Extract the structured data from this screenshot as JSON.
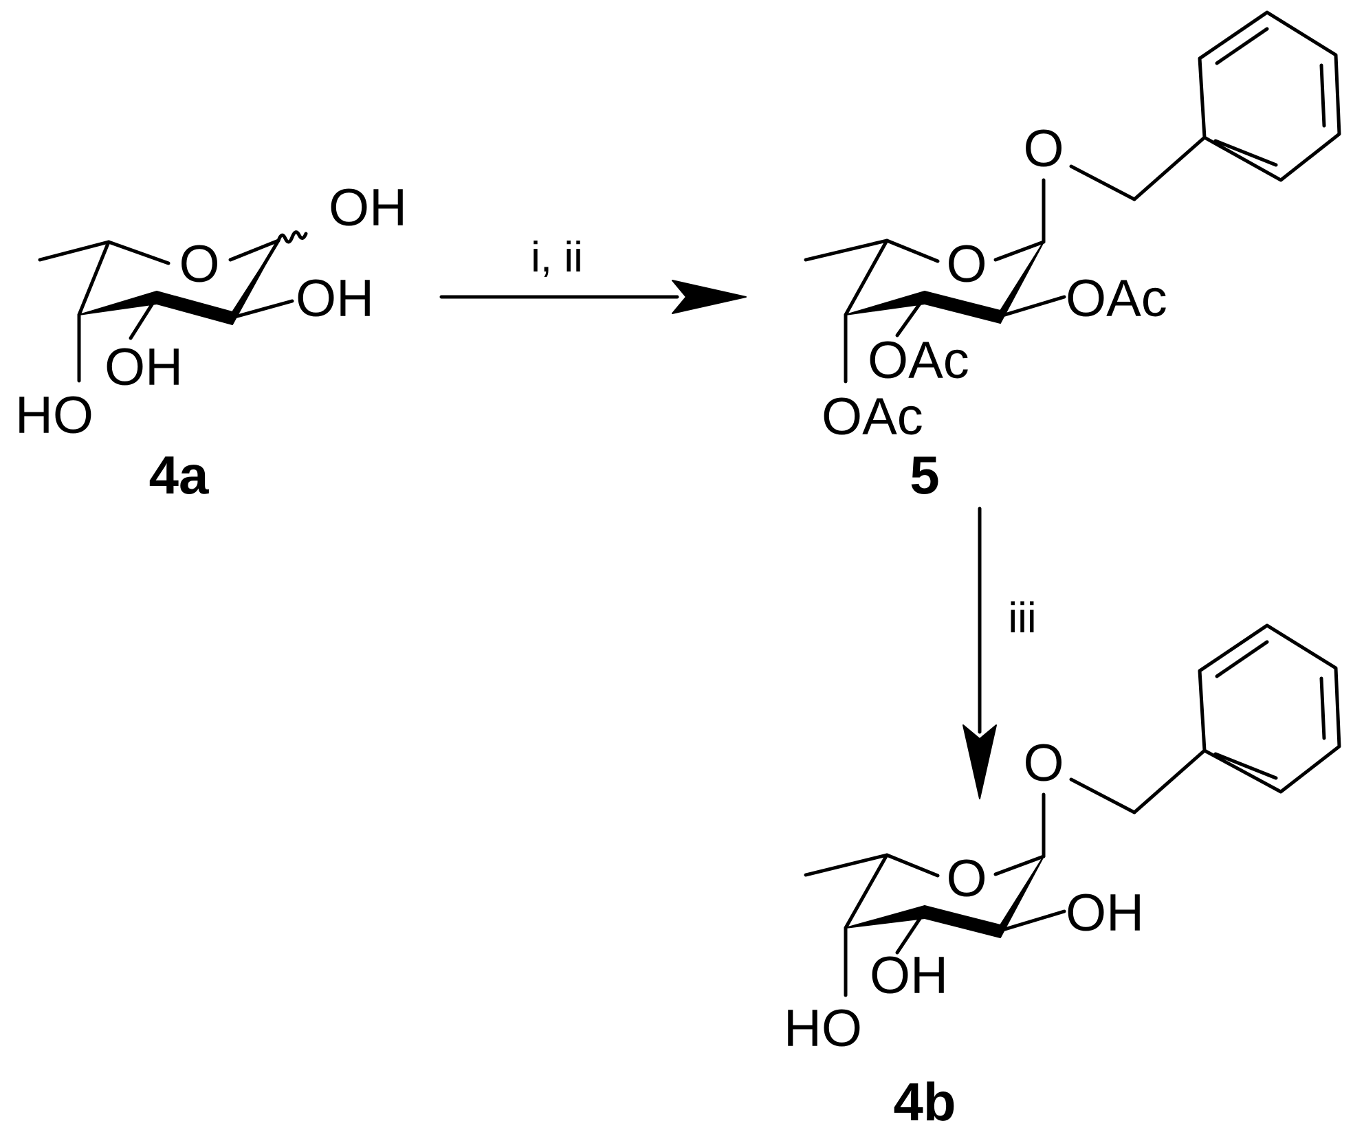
{
  "compounds": {
    "c4a": {
      "label": "4a",
      "atoms": {
        "ring_o": "O",
        "oh_anomeric": "OH",
        "oh_2": "OH",
        "oh_3": "OH",
        "oh_4": "HO"
      }
    },
    "c5": {
      "label": "5",
      "atoms": {
        "ring_o": "O",
        "o_benzyl": "O",
        "oac_2": "OAc",
        "oac_3": "OAc",
        "oac_4": "OAc"
      }
    },
    "c4b": {
      "label": "4b",
      "atoms": {
        "ring_o": "O",
        "o_benzyl": "O",
        "oh_2": "OH",
        "oh_3": "OH",
        "oh_4": "HO"
      }
    }
  },
  "steps": {
    "step1": {
      "conditions": "i, ii"
    },
    "step2": {
      "conditions": "iii"
    }
  }
}
